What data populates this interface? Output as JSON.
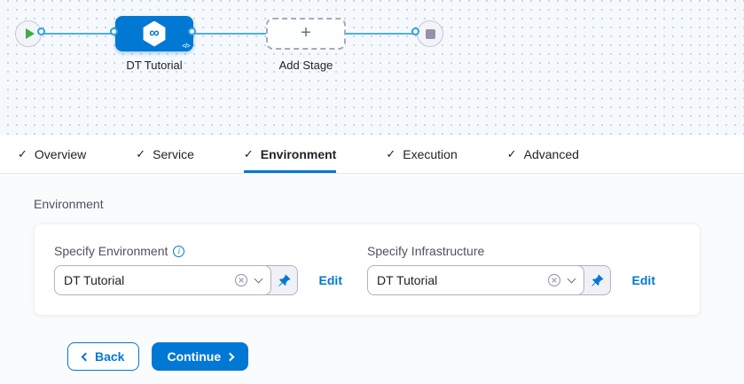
{
  "pipeline": {
    "stage_name": "DT Tutorial",
    "add_stage_label": "Add Stage",
    "infinity_glyph": "∞",
    "code_glyph": "</>",
    "plus_glyph": "+"
  },
  "check_glyph": "✓",
  "tabs": [
    {
      "label": "Overview",
      "checked": true,
      "active": false
    },
    {
      "label": "Service",
      "checked": true,
      "active": false
    },
    {
      "label": "Environment",
      "checked": true,
      "active": true
    },
    {
      "label": "Execution",
      "checked": true,
      "active": false
    },
    {
      "label": "Advanced",
      "checked": true,
      "active": false
    }
  ],
  "environment_section": {
    "heading": "Environment",
    "info_glyph": "i",
    "environment_field": {
      "label": "Specify Environment",
      "value": "DT Tutorial",
      "edit_label": "Edit"
    },
    "infrastructure_field": {
      "label": "Specify Infrastructure",
      "value": "DT Tutorial",
      "edit_label": "Edit"
    }
  },
  "footer": {
    "back_label": "Back",
    "continue_label": "Continue"
  },
  "colors": {
    "accent_blue": "#0278d5",
    "edge_blue": "#4fb0e7",
    "play_green": "#42ab45",
    "stop_gray": "#9293ab",
    "canvas_bg": "#f5f9fd"
  }
}
